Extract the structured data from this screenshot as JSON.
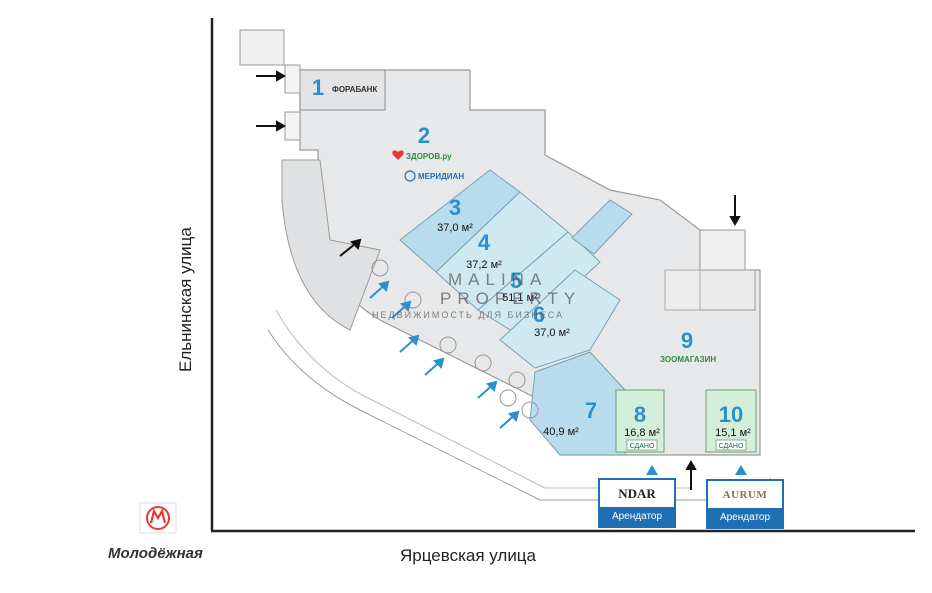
{
  "streets": {
    "left": "Ельнинская улица",
    "bottom": "Ярцевская улица"
  },
  "metro": {
    "station": "Молодёжная",
    "icon": "metro-m-icon",
    "color": "#e53935"
  },
  "watermark": {
    "line1": "MALINA",
    "line2": "PROPERTY",
    "tagline": "НЕДВИЖИМОСТЬ ДЛЯ БИЗНЕСА"
  },
  "units": [
    {
      "number": "1",
      "area": "",
      "tenant": "ФОРАБАНК"
    },
    {
      "number": "2",
      "area": "",
      "tenant": "ЗДОРОВ.ру",
      "tenant2": "МЕРИДИАН"
    },
    {
      "number": "3",
      "area": "37,0 м²"
    },
    {
      "number": "4",
      "area": "37,2 м²"
    },
    {
      "number": "5",
      "area": "51,1 м²"
    },
    {
      "number": "6",
      "area": "37,0 м²"
    },
    {
      "number": "7",
      "area": "40,9 м²"
    },
    {
      "number": "8",
      "area": "16,8 м²",
      "status": "СДАНО"
    },
    {
      "number": "9",
      "area": "",
      "tenant": "ЗООМАГАЗИН"
    },
    {
      "number": "10",
      "area": "15,1 м²",
      "status": "СДАНО"
    }
  ],
  "tenants": [
    {
      "logo": "NDAR",
      "label": "Арендатор"
    },
    {
      "logo": "AURUM",
      "label": "Арендатор"
    }
  ],
  "colors": {
    "floor": "#e7e8e9",
    "available": "#b9dbee",
    "available_light": "#cfe9f1",
    "leased": "#d4efd9",
    "accent": "#2a8fd0",
    "tenant_bar": "#1f6fb5"
  }
}
